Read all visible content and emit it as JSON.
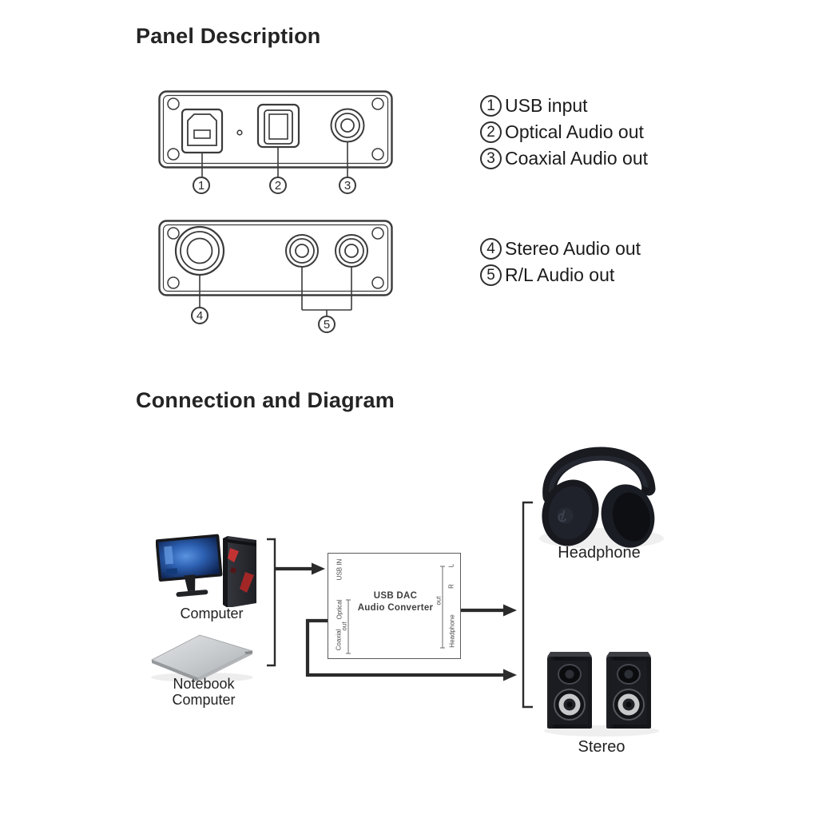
{
  "headings": {
    "panel": "Panel Description",
    "connection": "Connection and Diagram"
  },
  "legend_front": {
    "items": [
      {
        "num": "1",
        "label": "USB input"
      },
      {
        "num": "2",
        "label": "Optical Audio out"
      },
      {
        "num": "3",
        "label": "Coaxial Audio out"
      }
    ]
  },
  "legend_back": {
    "items": [
      {
        "num": "4",
        "label": "Stereo Audio out"
      },
      {
        "num": "5",
        "label": "R/L Audio out"
      }
    ]
  },
  "dac_box": {
    "title_line1": "USB DAC",
    "title_line2": "Audio Converter",
    "usb_in": "USB IN",
    "optical": "Optical",
    "coaxial": "Coaxial",
    "out_left": "out",
    "out_right": "out",
    "left_ch": "L",
    "right_ch": "R",
    "headphone_port": "Headphone"
  },
  "devices": {
    "computer": "Computer",
    "notebook": "Notebook\nComputer",
    "headphone": "Headphone",
    "stereo": "Stereo"
  },
  "colors": {
    "line_art": "#3b3b3b",
    "connector": "#2b2b2b",
    "text": "#1c1c1c",
    "screen_blue": "#3a7bd5",
    "tower_red": "#c23232"
  }
}
